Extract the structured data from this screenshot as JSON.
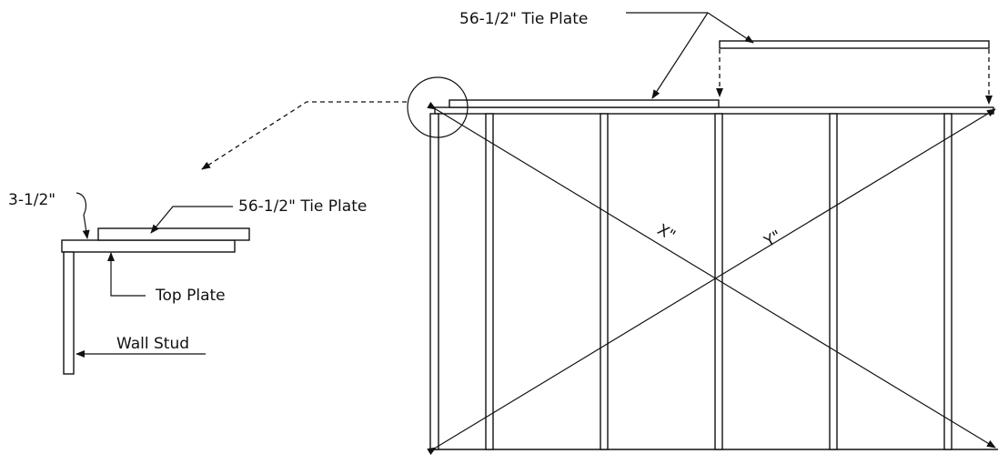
{
  "diagram": {
    "labels": {
      "tie_plate_top": "56-1/2\" Tie Plate",
      "tie_plate_detail": "56-1/2\" Tie Plate",
      "plate_width": "3-1/2\"",
      "top_plate": "Top Plate",
      "wall_stud": "Wall Stud",
      "diagonal_x": "X\"",
      "diagonal_y": "Y\""
    },
    "colors": {
      "line": "#111111",
      "background": "#ffffff"
    }
  }
}
